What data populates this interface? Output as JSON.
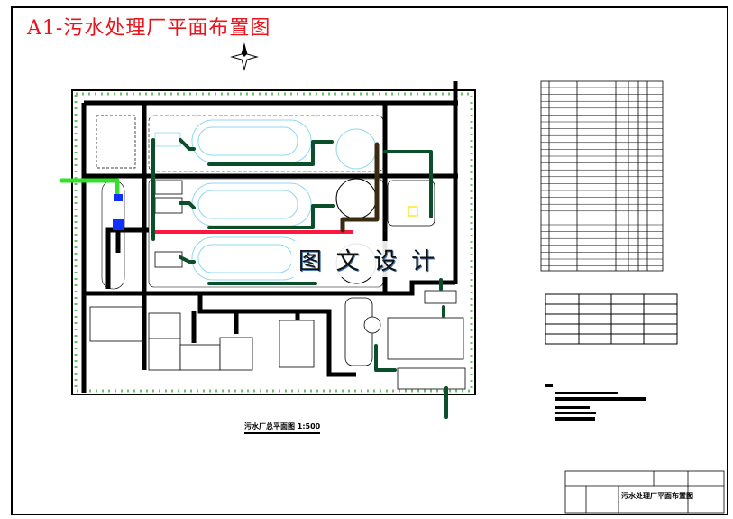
{
  "header": {
    "title": "A1-污水处理厂平面布置图"
  },
  "watermark": {
    "chars": [
      "图",
      "文",
      "设",
      "计"
    ]
  },
  "drawing": {
    "caption": "污水厂总平面图 1:500"
  },
  "title_block": {
    "drawing_name": "污水处理厂平面布置图"
  },
  "colors": {
    "title": "#e8141c",
    "road": "#000000",
    "sludge_pipe": "#0b4f2a",
    "influent_pipe": "#33e02a",
    "return_pipe": "#ff1744",
    "tank_outline": "#8fd8f0",
    "dark_pipe": "#3a2a10",
    "equipment": "#1030ff"
  },
  "icons": {
    "north_arrow": "compass-star-icon"
  }
}
